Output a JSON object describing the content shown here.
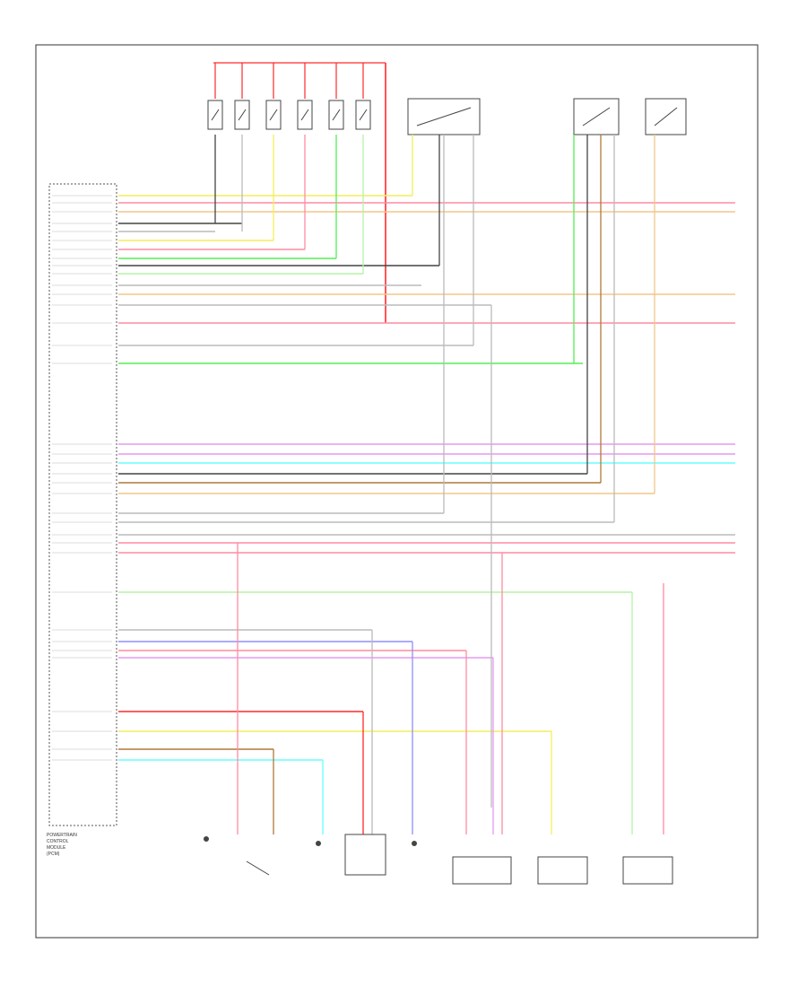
{
  "diagram": {
    "figure_id": "",
    "pcm_caption": [
      "POWERTRAIN",
      "CONTROL",
      "MODULE",
      "(PCM)"
    ],
    "pcm_pin_labels": [],
    "fuse_labels": [],
    "bottom_components": []
  },
  "palette": {
    "frame": "#333333",
    "yellow": "#f3ee5a",
    "pink": "#ff8ca0",
    "red": "#ff2a2a",
    "tan": "#f2c58a",
    "green": "#55ee55",
    "lightgreen": "#b6f2a6",
    "blue": "#8f8fff",
    "cyan": "#66ffff",
    "gray": "#bbbbbb",
    "dark": "#444444",
    "brown": "#b07838",
    "violet": "#e59af0"
  }
}
